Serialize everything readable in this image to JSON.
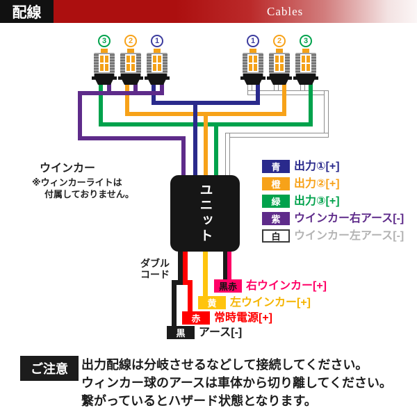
{
  "header": {
    "title_jp": "配線",
    "title_en": "Cables"
  },
  "bulb_groups": {
    "left": {
      "numbers": [
        "3",
        "2",
        "1"
      ]
    },
    "right": {
      "numbers": [
        "1",
        "2",
        "3"
      ]
    }
  },
  "annotation": {
    "title": "ウインカー",
    "note_line1": "※ウィンカーライトは",
    "note_line2": "付属しておりません。"
  },
  "unit": {
    "label": "ユニット"
  },
  "double_cord": {
    "line1": "ダブル",
    "line2": "コード"
  },
  "legend": {
    "rows": [
      {
        "swatch": "青",
        "label": "出力①[+]",
        "color": "#2a2a8c"
      },
      {
        "swatch": "橙",
        "label": "出力②[+]",
        "color": "#f7a219"
      },
      {
        "swatch": "緑",
        "label": "出力③[+]",
        "color": "#00a24c"
      },
      {
        "swatch": "紫",
        "label": "ウインカー右アース[-]",
        "color": "#5e2b8a"
      },
      {
        "swatch": "白",
        "label": "ウインカー左アース[-]",
        "color": "#ffffff"
      }
    ]
  },
  "outputs": [
    {
      "tag": "黒赤",
      "label": "右ウインカー[+]",
      "color": "#ff0066"
    },
    {
      "tag": "黄",
      "label": "左ウインカー[+]",
      "color": "#ffc40d"
    },
    {
      "tag": "赤",
      "label": "常時電源[+]",
      "color": "#ff0000"
    },
    {
      "tag": "黒",
      "label": "アース[-]",
      "color": "#1b1b1b"
    }
  ],
  "caution": {
    "badge": "ご注意",
    "lines": [
      "出力配線は分岐させるなどして接続してください。",
      "ウィンカー球のアースは車体から切り離してください。",
      "繋がっているとハザード状態となります。"
    ]
  },
  "wire_colors": {
    "blue": "#2a2a8c",
    "orange": "#f7a219",
    "green": "#00a24c",
    "purple": "#5e2b8a",
    "white": "#ffffff",
    "black": "#1b1b1b",
    "red": "#ff0000",
    "yellow": "#ffc40d",
    "pink": "#ff0066"
  }
}
